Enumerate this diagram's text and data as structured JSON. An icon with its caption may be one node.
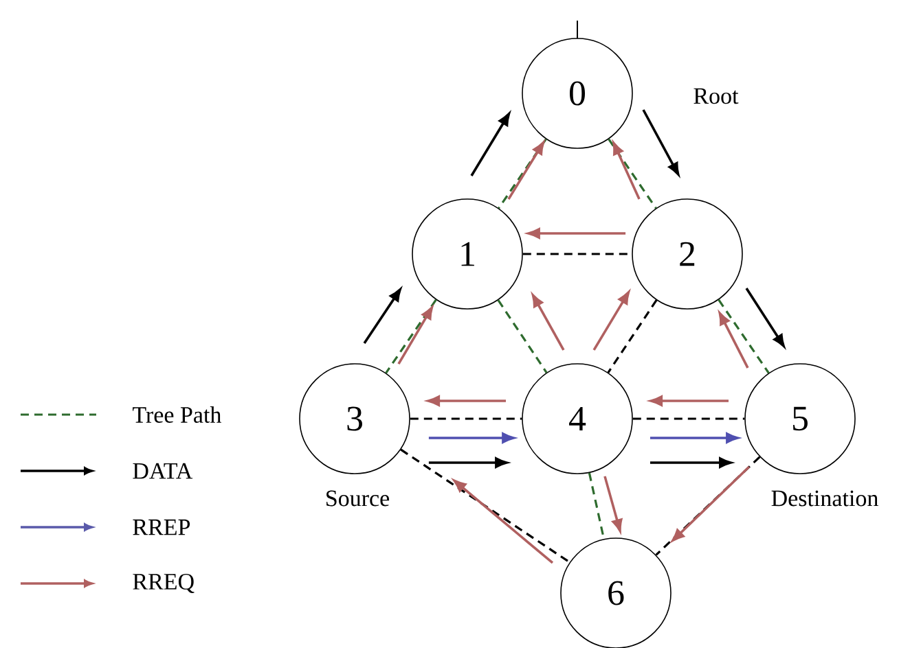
{
  "diagram": {
    "nodes": [
      {
        "text": [
          "0"
        ],
        "beside": [
          "Root"
        ]
      },
      {
        "text": [
          "1"
        ]
      },
      {
        "text": [
          "2"
        ]
      },
      {
        "text": [
          "3"
        ],
        "beside": [
          "Source"
        ]
      },
      {
        "text": [
          "4"
        ]
      },
      {
        "text": [
          "5"
        ],
        "beside": [
          "Destination"
        ]
      },
      {
        "text": [
          "6"
        ]
      }
    ],
    "edges": [
      {
        "from": 0,
        "to": 1,
        "arrow": "none",
        "style": "dashed",
        "color": "#2e6b2e"
      },
      {
        "from": 0,
        "to": 2,
        "arrow": "none",
        "style": "dashed",
        "color": "#2e6b2e"
      },
      {
        "from": 1,
        "to": 3,
        "arrow": "none",
        "style": "dashed",
        "color": "#2e6b2e"
      },
      {
        "from": 1,
        "to": 4,
        "arrow": "none",
        "style": "dashed",
        "color": "#2e6b2e"
      },
      {
        "from": 2,
        "to": 5,
        "arrow": "none",
        "style": "dashed",
        "color": "#2e6b2e"
      },
      {
        "from": 4,
        "to": 6,
        "arrow": "none",
        "style": "dashed",
        "color": "#2e6b2e"
      },
      {
        "from": 1,
        "to": 2,
        "arrow": "none",
        "style": "dashed"
      },
      {
        "from": 2,
        "to": 4,
        "arrow": "none",
        "style": "dashed"
      },
      {
        "from": 3,
        "to": 4,
        "arrow": "none",
        "style": "dashed"
      },
      {
        "from": 4,
        "to": 5,
        "arrow": "none",
        "style": "dashed"
      },
      {
        "from": 3,
        "to": 6,
        "arrow": "none",
        "style": "dashed"
      },
      {
        "from": 5,
        "to": 6,
        "arrow": "none",
        "style": "dashed"
      },
      {
        "from": 3,
        "to": 1,
        "arrow": "to"
      },
      {
        "from": 1,
        "to": 0,
        "arrow": "to"
      },
      {
        "from": 0,
        "to": 2,
        "arrow": "to"
      },
      {
        "from": 2,
        "to": 5,
        "arrow": "to"
      },
      {
        "from": 3,
        "to": 4,
        "arrow": "to"
      },
      {
        "from": 4,
        "to": 5,
        "arrow": "to"
      },
      {
        "from": 3,
        "to": 4,
        "arrow": "to",
        "color": "#4f4fb0"
      },
      {
        "from": 4,
        "to": 5,
        "arrow": "to",
        "color": "#4f4fb0"
      },
      {
        "from": 1,
        "to": 0,
        "arrow": "to",
        "color": "#b06060"
      },
      {
        "from": 2,
        "to": 0,
        "arrow": "to",
        "color": "#b06060"
      },
      {
        "from": 2,
        "to": 1,
        "arrow": "to",
        "color": "#b06060"
      },
      {
        "from": 3,
        "to": 1,
        "arrow": "to",
        "color": "#b06060"
      },
      {
        "from": 4,
        "to": 1,
        "arrow": "to",
        "color": "#b06060"
      },
      {
        "from": 4,
        "to": 2,
        "arrow": "to",
        "color": "#b06060"
      },
      {
        "from": 5,
        "to": 2,
        "arrow": "to",
        "color": "#b06060"
      },
      {
        "from": 4,
        "to": 3,
        "arrow": "to",
        "color": "#b06060"
      },
      {
        "from": 5,
        "to": 4,
        "arrow": "to",
        "color": "#b06060"
      },
      {
        "from": 4,
        "to": 6,
        "arrow": "to",
        "color": "#b06060"
      },
      {
        "from": 5,
        "to": 6,
        "arrow": "to",
        "color": "#b06060"
      },
      {
        "from": 6,
        "to": 3,
        "arrow": "to",
        "color": "#b06060"
      }
    ],
    "legend": [
      {
        "text": "Tree Path"
      },
      {
        "text": "DATA"
      },
      {
        "text": "RREP"
      },
      {
        "text": "RREQ"
      }
    ]
  }
}
